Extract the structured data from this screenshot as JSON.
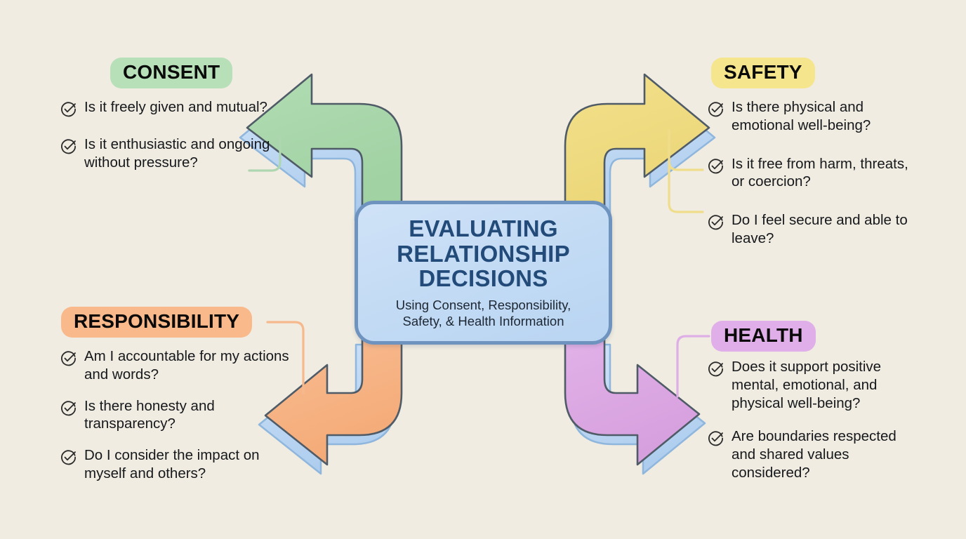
{
  "background_color": "#f0ece1",
  "center": {
    "title_lines": [
      "EVALUATING",
      "RELATIONSHIP",
      "DECISIONS"
    ],
    "title": "EVALUATING RELATIONSHIP DECISIONS",
    "subtitle_lines": [
      "Using Consent, Responsibility,",
      "Safety, & Health Information"
    ],
    "subtitle": "Using Consent, Responsibility, Safety, & Health Information",
    "fill_color": "#c6ddf4",
    "border_color": "#6f93bf",
    "title_color": "#234b79"
  },
  "branches": [
    {
      "id": "consent",
      "label": "CONSENT",
      "badge_color": "#b7e0b9",
      "arrow_color": "#a6d6a8",
      "arrow_shadow_color": "#bcd9f3",
      "direction": "up-left",
      "items": [
        "Is it freely given and mutual?",
        "Is it enthusiastic and ongoing without pressure?"
      ]
    },
    {
      "id": "safety",
      "label": "SAFETY",
      "badge_color": "#f5e58c",
      "arrow_color": "#efdc82",
      "arrow_shadow_color": "#bcd9f3",
      "direction": "up-right",
      "items": [
        "Is there physical and emotional well-being?",
        "Is it free from harm, threats, or coercion?",
        "Do I feel secure and able to leave?"
      ]
    },
    {
      "id": "responsibility",
      "label": "RESPONSIBILITY",
      "badge_color": "#f9b98a",
      "arrow_color": "#f7b183",
      "arrow_shadow_color": "#bcd9f3",
      "direction": "down-left",
      "items": [
        "Am I accountable for my actions and words?",
        "Is there honesty and transparency?",
        "Do I consider the impact on myself and others?"
      ]
    },
    {
      "id": "health",
      "label": "HEALTH",
      "badge_color": "#e0aee8",
      "arrow_color": "#dda9e3",
      "arrow_shadow_color": "#bcd9f3",
      "direction": "down-right",
      "items": [
        "Does it support positive mental, emotional, and physical well-being?",
        "Are boundaries respected and shared values considered?"
      ]
    }
  ],
  "icons": {
    "check": "check-circle-icon"
  }
}
